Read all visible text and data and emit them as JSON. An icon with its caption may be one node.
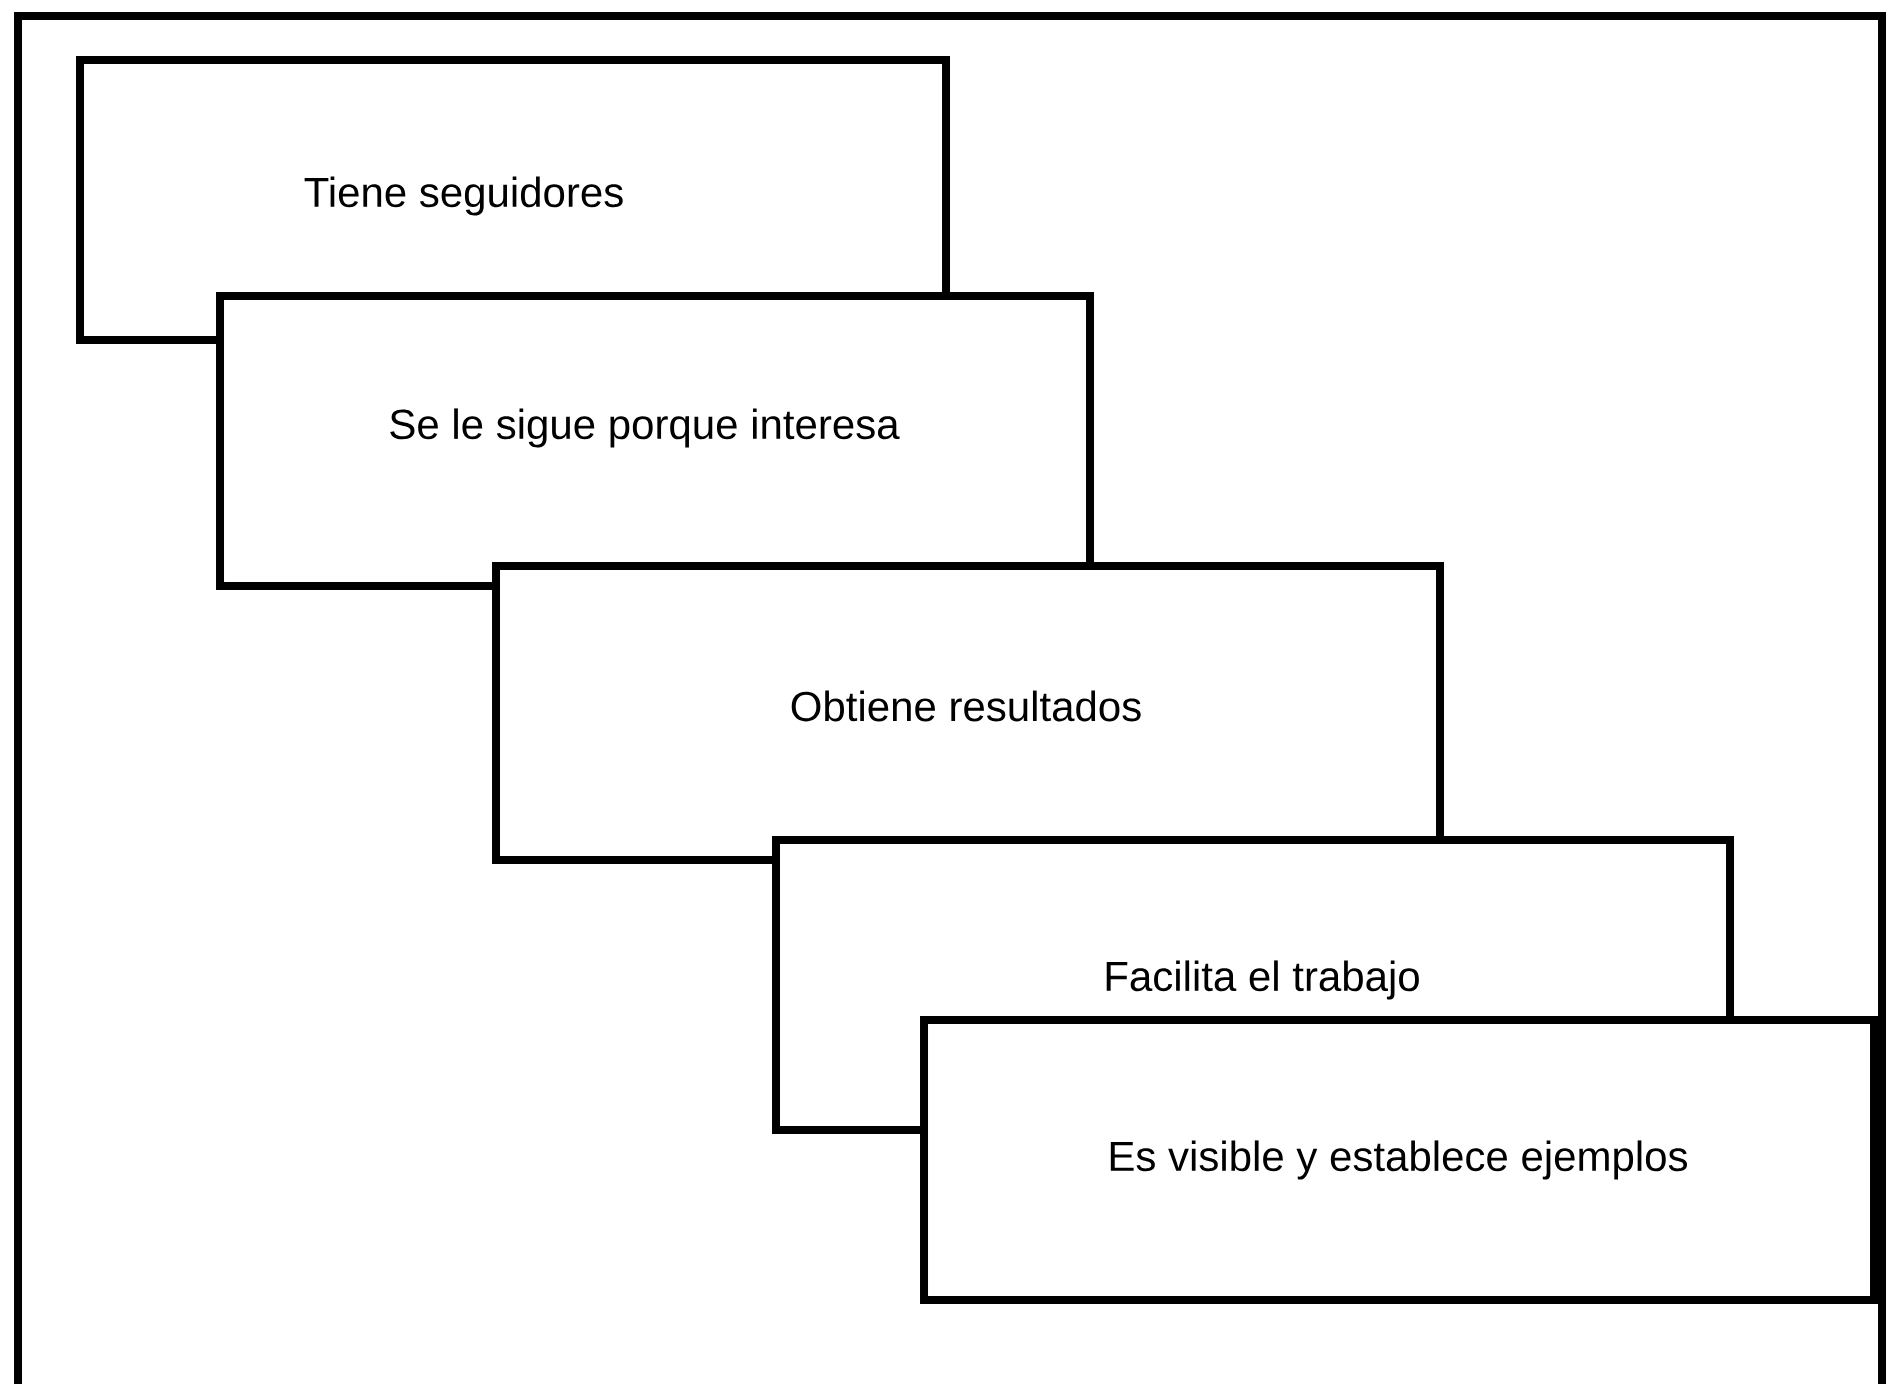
{
  "diagram": {
    "nodes": [
      {
        "text": [
          "Tiene seguidores"
        ]
      },
      {
        "text": [
          "Se le sigue porque interesa"
        ]
      },
      {
        "text": [
          "Obtiene resultados"
        ]
      },
      {
        "text": [
          "Facilita el trabajo"
        ]
      },
      {
        "text": [
          "Es visible y establece ejemplos"
        ]
      }
    ]
  }
}
